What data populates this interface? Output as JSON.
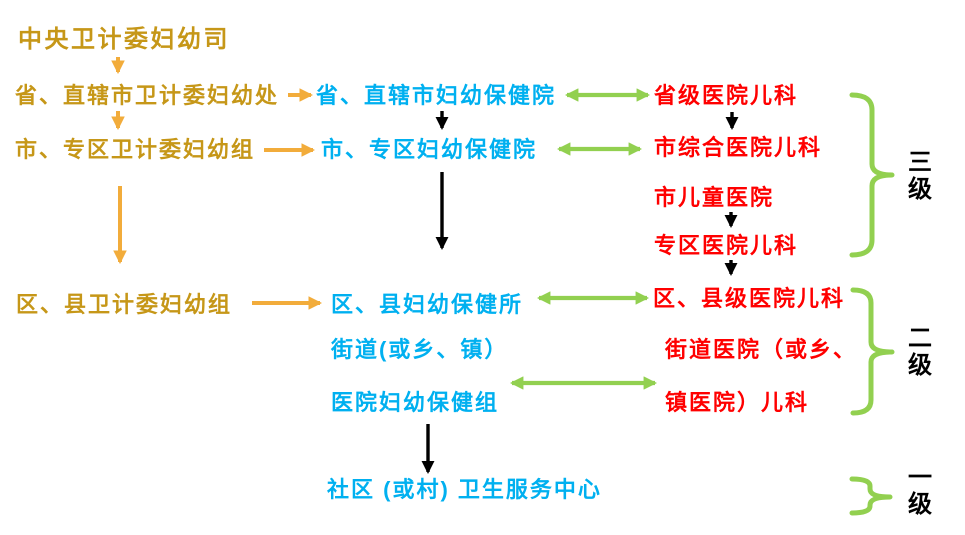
{
  "diagram": {
    "title_node": "中央卫计委妇幼司",
    "admin": {
      "province": "省、直辖市卫计委妇幼处",
      "city": "市、专区卫计委妇幼组",
      "district": "区、县卫计委妇幼组"
    },
    "health": {
      "province": "省、直辖市妇幼保健院",
      "city": "市、专区妇幼保健院",
      "district": "区、县妇幼保健所",
      "street_line1": "街道(或乡、镇）",
      "street_line2": "医院妇幼保健组",
      "community": "社区 (或村) 卫生服务中心"
    },
    "hospital": {
      "province": "省级医院儿科",
      "city_general": "市综合医院儿科",
      "city_children": "市儿童医院",
      "prefecture": "专区医院儿科",
      "district": "区、县级医院儿科",
      "street_line1": "街道医院（或乡、",
      "street_line2": "镇医院）儿科"
    },
    "levels": {
      "tertiary": "三级",
      "secondary": "二级",
      "primary": "一级"
    },
    "colors": {
      "admin_text": "#C69718",
      "admin_arrow": "#F2AC3B",
      "health_text": "#00B0F0",
      "hospital_text": "#FF0000",
      "link_arrow": "#92D050",
      "flow_arrow": "#000000",
      "level_text": "#000000",
      "background": "#FFFFFF"
    }
  }
}
